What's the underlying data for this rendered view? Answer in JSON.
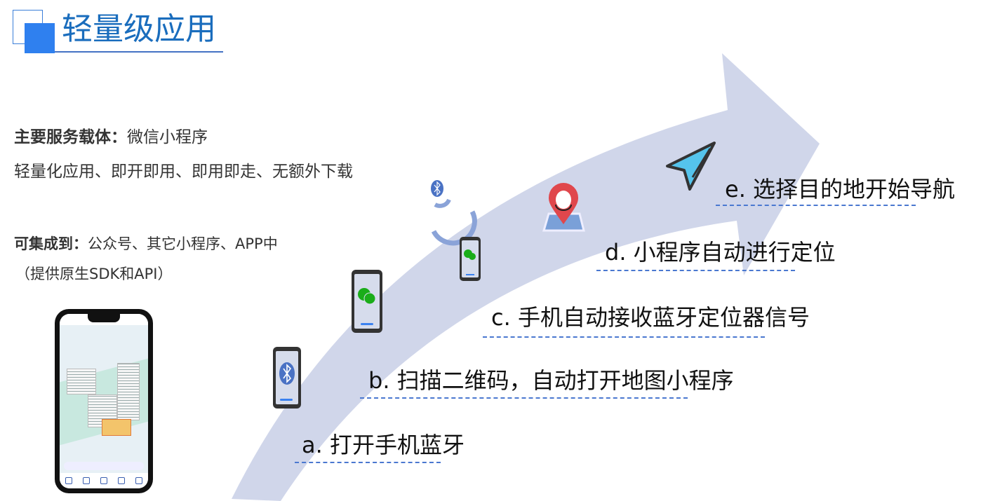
{
  "title": "轻量级应用",
  "info": {
    "carrier_label": "主要服务载体：",
    "carrier_value": "微信小程序",
    "features": "轻量化应用、即开即用、即用即走、无额外下载",
    "integrate_label": "可集成到：",
    "integrate_value": "公众号、其它小程序、APP中",
    "integrate_note": "（提供原生SDK和API）"
  },
  "steps": [
    {
      "label": "a. 打开手机蓝牙",
      "icon": "phone-bluetooth-icon"
    },
    {
      "label": "b. 扫描二维码，自动打开地图小程序",
      "icon": "phone-wechat-icon"
    },
    {
      "label": "c. 手机自动接收蓝牙定位器信号",
      "icon": "bluetooth-signal-icon"
    },
    {
      "label": "d. 小程序自动进行定位",
      "icon": "map-pin-icon"
    },
    {
      "label": "e. 选择目的地开始导航",
      "icon": "navigation-arrow-icon"
    }
  ],
  "colors": {
    "accent": "#2f80ef",
    "title": "#1a6dbd",
    "arrow": "#d0d6ea",
    "underline": "#4a78d0"
  }
}
